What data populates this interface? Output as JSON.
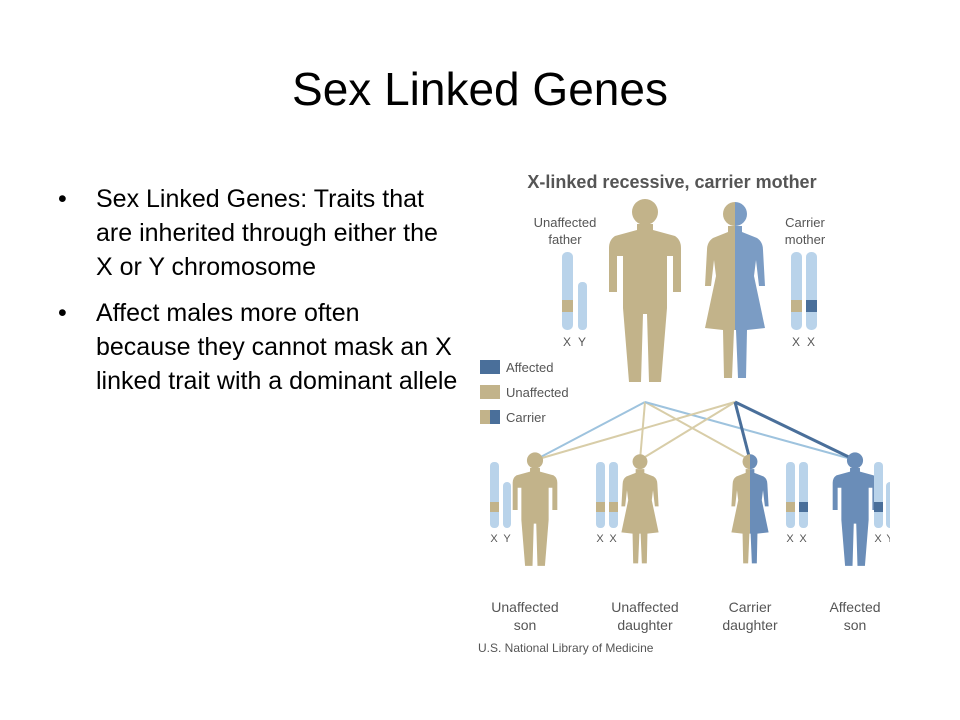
{
  "slide": {
    "title": "Sex Linked Genes",
    "bullets": [
      {
        "text": "Sex Linked Genes: Traits that are inherited through either the X or Y chromosome"
      },
      {
        "text": "Affect males more often because they cannot mask an X linked trait with a dominant allele"
      }
    ]
  },
  "figure": {
    "heading": "X-linked recessive, carrier mother",
    "parents": {
      "father_label_1": "Unaffected",
      "father_label_2": "father",
      "mother_label_1": "Carrier",
      "mother_label_2": "mother"
    },
    "legend": [
      "Affected",
      "Unaffected",
      "Carrier"
    ],
    "chromosome_labels": {
      "x": "X",
      "y": "Y"
    },
    "children": [
      {
        "line1": "Unaffected",
        "line2": "son"
      },
      {
        "line1": "Unaffected",
        "line2": "daughter"
      },
      {
        "line1": "Carrier",
        "line2": "daughter"
      },
      {
        "line1": "Affected",
        "line2": "son"
      }
    ],
    "credit": "U.S. National Library of Medicine",
    "colors": {
      "unaffected": "#c2b38a",
      "affected": "#6a8db8",
      "chromosome": "#b9d3ea",
      "line_light": "#9ec3de",
      "line_dark": "#4a6f9a",
      "line_tan": "#d8cda8"
    }
  }
}
